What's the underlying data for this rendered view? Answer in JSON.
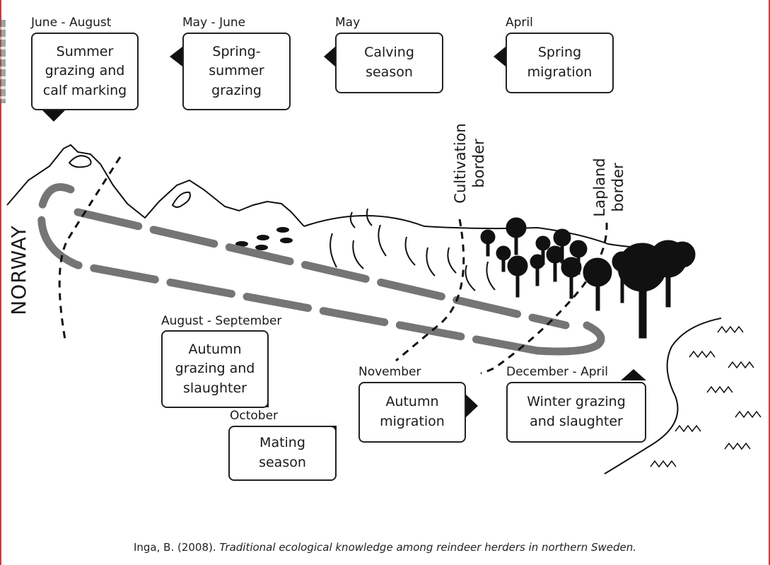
{
  "stages": [
    {
      "id": "summer",
      "month": "June - August",
      "label": "Summer\ngrazing and\ncalf marking"
    },
    {
      "id": "spring-summer",
      "month": "May - June",
      "label": "Spring-\nsummer\ngrazing"
    },
    {
      "id": "calving",
      "month": "May",
      "label": "Calving\nseason"
    },
    {
      "id": "spring-migration",
      "month": "April",
      "label": "Spring\nmigration"
    },
    {
      "id": "autumn-grazing",
      "month": "August - September",
      "label": "Autumn\ngrazing and\nslaughter"
    },
    {
      "id": "mating",
      "month": "October",
      "label": "Mating\nseason"
    },
    {
      "id": "autumn-migration",
      "month": "November",
      "label": "Autumn\nmigration"
    },
    {
      "id": "winter",
      "month": "December - April",
      "label": "Winter grazing\nand slaughter"
    }
  ],
  "borders": {
    "cultivation": "Cultivation\nborder",
    "lapland": "Lapland\nborder"
  },
  "country": "NORWAY",
  "citation": {
    "prefix": "Inga, B. (2008). ",
    "title": "Traditional ecological knowledge among reindeer herders in northern Sweden."
  }
}
